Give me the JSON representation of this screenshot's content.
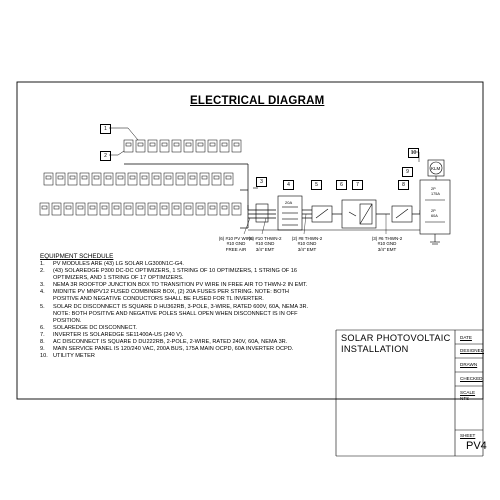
{
  "title": "ELECTRICAL DIAGRAM",
  "equipment_schedule": {
    "title": "EQUIPMENT SCHEDULE",
    "items": [
      {
        "num": "1.",
        "text": "PV MODULES ARE (43) LG SOLAR LG300N1C-G4."
      },
      {
        "num": "2.",
        "text": "(43) SOLAREDGE P300 DC-DC OPTIMIZERS, 1 STRING OF 10 OPTIMIZERS, 1 STRING OF 16 OPTIMIZERS, AND 1 STRING OF 17 OPTIMIZERS."
      },
      {
        "num": "3.",
        "text": "NEMA 3R ROOFTOP JUNCTION BOX TO TRANSITION PV WIRE IN FREE AIR TO THWN-2 IN EMT."
      },
      {
        "num": "4.",
        "text": "MIDNITE PV MNPV12 FUSED COMBINER BOX, (2) 20A FUSES PER STRING. NOTE: BOTH POSITIVE AND NEGATIVE CONDUCTORS SHALL BE FUSED FOR TL INVERTER."
      },
      {
        "num": "5.",
        "text": "SOLAR DC DISCONNECT IS SQUARE D HU362RB, 3-POLE, 3-WIRE, RATED 600V, 60A, NEMA 3R. NOTE: BOTH POSITIVE AND NEGATIVE POLES SHALL OPEN WHEN DISCONNECT IS IN OFF POSITION."
      },
      {
        "num": "6.",
        "text": "SOLAREDGE DC DISCONNECT."
      },
      {
        "num": "7.",
        "text": "INVERTER IS SOLAREDGE SE11400A-US (240 V)."
      },
      {
        "num": "8.",
        "text": "AC DISCONNECT IS SQUARE D DU222RB, 2-POLE, 2-WIRE, RATED 240V, 60A, NEMA 3R."
      },
      {
        "num": "9.",
        "text": "MAIN SERVICE PANEL IS 120/240 VAC, 200A BUS, 175A MAIN OCPD, 60A INVERTER OCPD."
      },
      {
        "num": "10.",
        "text": "UTILITY METER"
      }
    ]
  },
  "title_block": {
    "project_title_line1": "SOLAR PHOTOVOLTAIC",
    "project_title_line2": "INSTALLATION",
    "date_label": "DATE",
    "designed_label": "DESIGNED",
    "drawn_label": "DRAWN",
    "checked_label": "CHECKED",
    "scale_label": "SCALE",
    "scale_value": "NTS",
    "sheet_label": "SHEET",
    "sheet_number": "PV4"
  },
  "diagram": {
    "tags": [
      "1",
      "2",
      "3",
      "4",
      "5",
      "6",
      "7",
      "8",
      "9",
      "10"
    ],
    "meter_label": "KLM",
    "combiner_label": "20A",
    "panel_label_1": "2P",
    "panel_label_2": "175A",
    "panel_label_3": "2P",
    "panel_label_4": "60A",
    "wire_labels": [
      {
        "l1": "(6) #10 PV WIRE",
        "l2": "#10 GND",
        "l3": "FREE AIR"
      },
      {
        "l1": "(6) #10 THWN-2",
        "l2": "#10 GND",
        "l3": "3/4\" EMT"
      },
      {
        "l1": "(2) #8 THWN-2",
        "l2": "#10 GND",
        "l3": "3/4\" EMT"
      },
      {
        "l1": "(3) #6 THWN-2",
        "l2": "#10 GND",
        "l3": "3/4\" EMT"
      }
    ]
  }
}
